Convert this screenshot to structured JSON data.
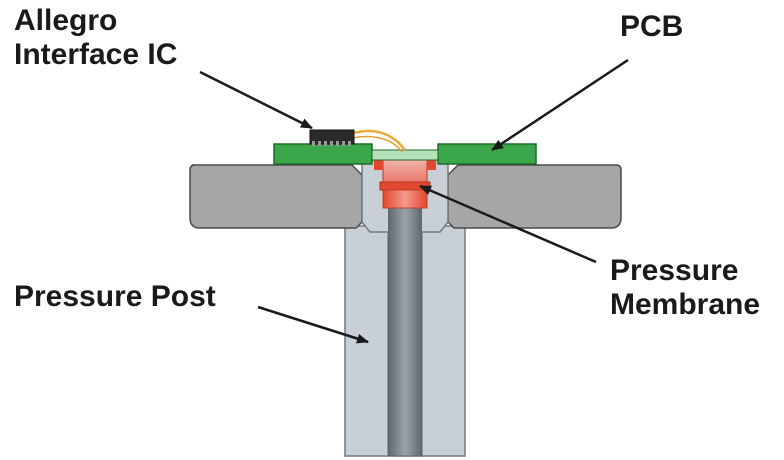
{
  "labels": {
    "ic": [
      "Allegro",
      "Interface IC"
    ],
    "pcb": "PCB",
    "post": "Pressure Post",
    "membrane": [
      "Pressure",
      "Membrane"
    ]
  },
  "colors": {
    "housing_fill": "#a6a6a6",
    "housing_stroke": "#4a4a4a",
    "post_fill": "#c8d0d6",
    "post_stroke": "#6f7a82",
    "bore": "#7c858b",
    "pcb": "#3aa84a",
    "membrane": "#e3472f",
    "membrane_glow": "#f2a49a",
    "ic_body": "#2a2a2a",
    "wire": "#e7a93a",
    "text": "#1a1a1a"
  },
  "icons": [
    "chip-icon",
    "bond-wire-icon"
  ]
}
